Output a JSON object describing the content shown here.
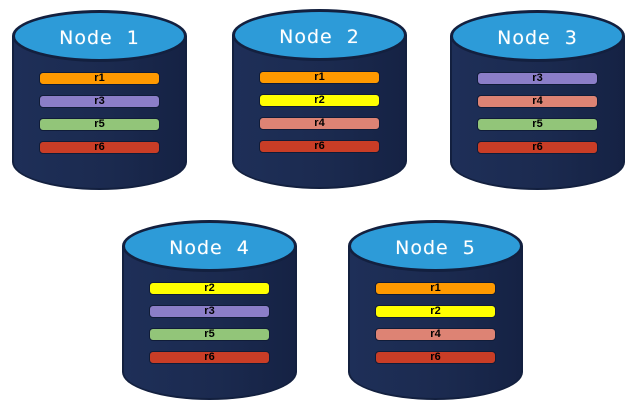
{
  "colors": {
    "background": "#ffffff",
    "cylinder_body": "#1b2a4f",
    "cylinder_outline": "#13203f",
    "cylinder_top": "#2d9bd8",
    "node_label_text": "#ffffff",
    "bar_label_text": "#000000",
    "replica_colors": {
      "r1": "#ff9900",
      "r2": "#ffff00",
      "r3": "#8b7ec8",
      "r4": "#dd8374",
      "r5": "#92c579",
      "r6": "#c93d26"
    }
  },
  "nodes": [
    {
      "label": "Node  1",
      "replicas": [
        "r1",
        "r3",
        "r5",
        "r6"
      ]
    },
    {
      "label": "Node  2",
      "replicas": [
        "r1",
        "r2",
        "r4",
        "r6"
      ]
    },
    {
      "label": "Node  3",
      "replicas": [
        "r3",
        "r4",
        "r5",
        "r6"
      ]
    },
    {
      "label": "Node  4",
      "replicas": [
        "r2",
        "r3",
        "r5",
        "r6"
      ]
    },
    {
      "label": "Node  5",
      "replicas": [
        "r1",
        "r2",
        "r4",
        "r6"
      ]
    }
  ]
}
